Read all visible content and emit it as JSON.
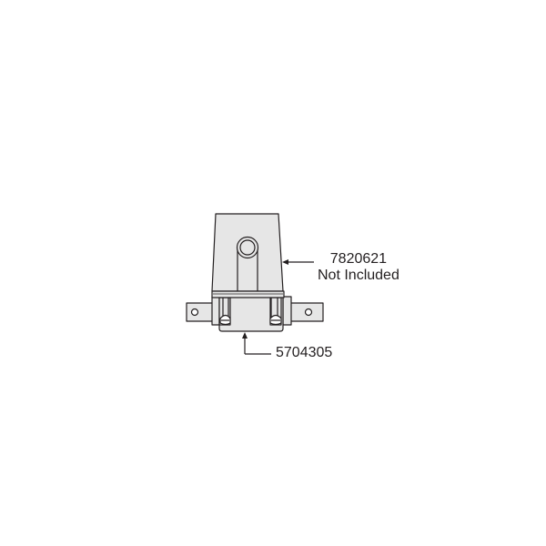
{
  "diagram": {
    "type": "parts-diagram",
    "callouts": [
      {
        "part_number": "7820621",
        "note": "Not Included",
        "points_to": "upper housing"
      },
      {
        "part_number": "5704305",
        "points_to": "lower base with mounting tabs"
      }
    ],
    "colors": {
      "fill": "#e6e6e6",
      "stroke": "#231f20",
      "background": "#ffffff"
    }
  }
}
